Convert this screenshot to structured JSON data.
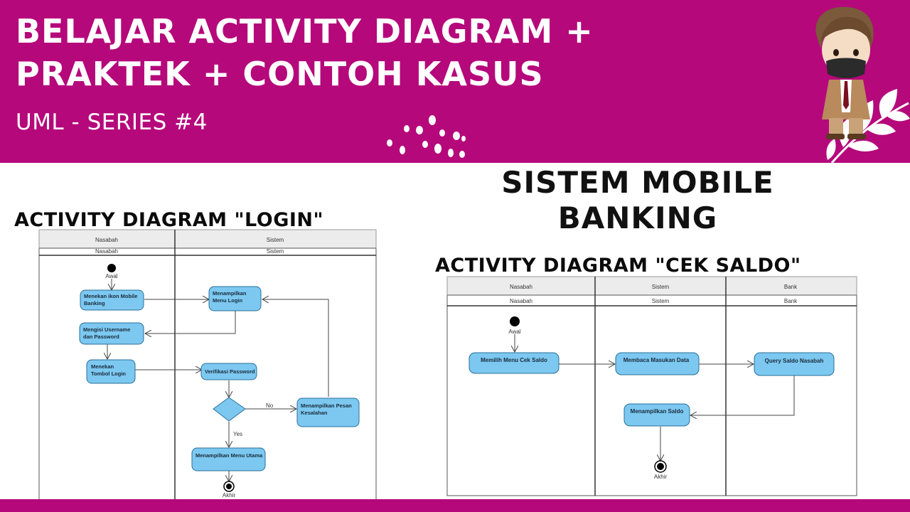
{
  "header": {
    "title_line1": "BELAJAR ACTIVITY DIAGRAM +",
    "title_line2": "PRAKTEK + CONTOH KASUS",
    "series": "UML - SERIES #4"
  },
  "system": {
    "line1": "SISTEM MOBILE",
    "line2": "BANKING"
  },
  "login": {
    "title": "ACTIVITY DIAGRAM \"LOGIN\"",
    "lanes": [
      "Nasabah",
      "Sistem"
    ],
    "start_label": "Awal",
    "end_label": "Akhir",
    "activities": {
      "a1": [
        "Menekan ikon Mobile",
        "Banking"
      ],
      "a2": [
        "Menampilkan",
        "Menu Login"
      ],
      "a3": [
        "Mengisi Username",
        "dan Password"
      ],
      "a4": [
        "Menekan",
        "Tombol Login"
      ],
      "a5": [
        "Verifikasi Password"
      ],
      "a6": [
        "Menampilkan Pesan",
        "Kesalahan"
      ],
      "a7": [
        "Menampilkan Menu Utama"
      ]
    },
    "guard_no": "No",
    "guard_yes": "Yes"
  },
  "saldo": {
    "title": "ACTIVITY DIAGRAM \"CEK SALDO\"",
    "lanes": [
      "Nasabah",
      "Sistem",
      "Bank"
    ],
    "start_label": "Awal",
    "end_label": "Akhir",
    "activities": {
      "b1": "Memilih Menu Cek Saldo",
      "b2": "Membaca Masukan Data",
      "b3": "Query Saldo Nasabah",
      "b4": "Menampilkan Saldo"
    }
  },
  "colors": {
    "brand": "#b5087b",
    "activity_fill": "#7cc8f0",
    "activity_stroke": "#2a6f9a"
  },
  "icons": [
    "leaf-decoration-icon",
    "dots-decoration-icon",
    "avatar-character-icon"
  ]
}
